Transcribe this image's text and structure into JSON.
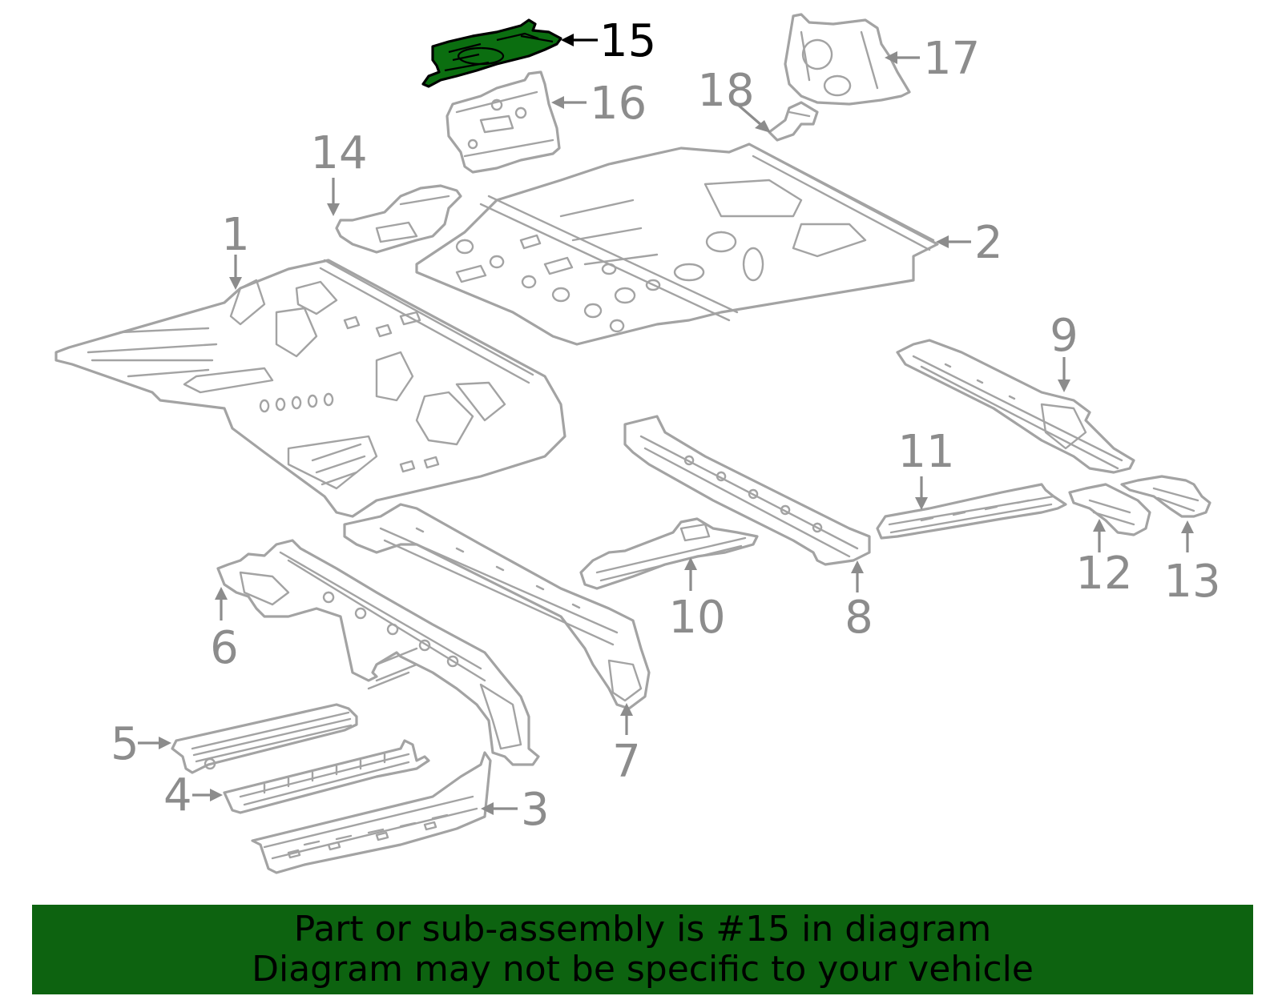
{
  "callouts": [
    {
      "num": "1"
    },
    {
      "num": "2"
    },
    {
      "num": "3"
    },
    {
      "num": "4"
    },
    {
      "num": "5"
    },
    {
      "num": "6"
    },
    {
      "num": "7"
    },
    {
      "num": "8"
    },
    {
      "num": "9"
    },
    {
      "num": "10"
    },
    {
      "num": "11"
    },
    {
      "num": "12"
    },
    {
      "num": "13"
    },
    {
      "num": "14"
    },
    {
      "num": "15"
    },
    {
      "num": "16"
    },
    {
      "num": "17"
    },
    {
      "num": "18"
    }
  ],
  "highlighted_part": "15",
  "banner": {
    "line1": "Part or sub-assembly is #15 in diagram",
    "line2": "Diagram may not be specific to your vehicle"
  },
  "colors": {
    "highlight_fill": "#0b6e10",
    "banner_background": "#0d6310",
    "line_art": "#a3a3a3",
    "callout_text": "#8c8c8c"
  }
}
